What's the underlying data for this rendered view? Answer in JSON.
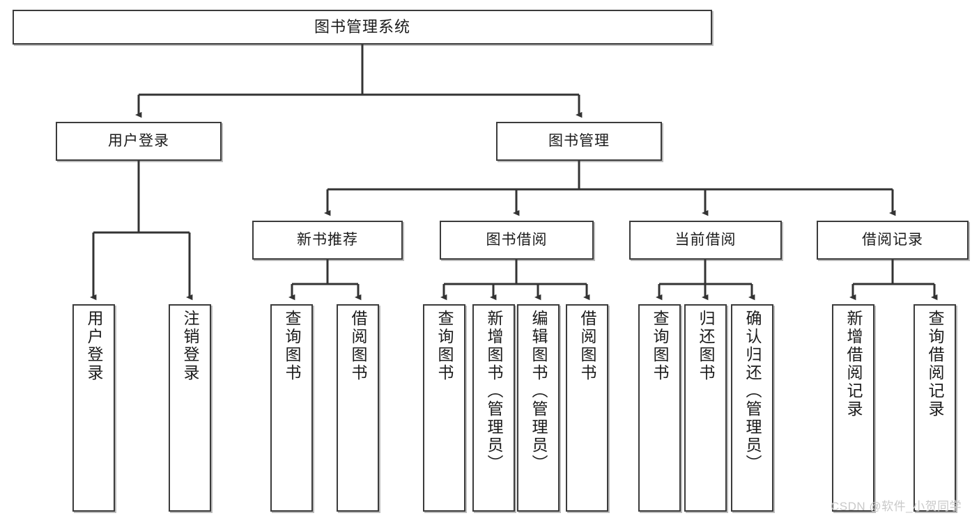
{
  "diagram": {
    "title_node": {
      "label": "图书管理系统"
    },
    "level2": [
      {
        "id": "user-login",
        "label": "用户登录"
      },
      {
        "id": "book-management",
        "label": "图书管理"
      }
    ],
    "level3": [
      {
        "id": "new-book-recommend",
        "label": "新书推荐"
      },
      {
        "id": "book-borrow",
        "label": "图书借阅"
      },
      {
        "id": "current-borrow",
        "label": "当前借阅"
      },
      {
        "id": "borrow-record",
        "label": "借阅记录"
      }
    ],
    "leaves": [
      {
        "id": "leaf-user-login",
        "label": "用户登录"
      },
      {
        "id": "leaf-logout-login",
        "label": "注销登录"
      },
      {
        "id": "leaf-query-book-1",
        "label": "查询图书"
      },
      {
        "id": "leaf-borrow-book-1",
        "label": "借阅图书"
      },
      {
        "id": "leaf-query-book-2",
        "label": "查询图书"
      },
      {
        "id": "leaf-add-book",
        "label": "新增图书（管理员）"
      },
      {
        "id": "leaf-edit-book",
        "label": "编辑图书（管理员）"
      },
      {
        "id": "leaf-borrow-book-2",
        "label": "借阅图书"
      },
      {
        "id": "leaf-query-book-3",
        "label": "查询图书"
      },
      {
        "id": "leaf-return-book",
        "label": "归还图书"
      },
      {
        "id": "leaf-confirm-return",
        "label": "确认归还（管理员）"
      },
      {
        "id": "leaf-add-borrow-record",
        "label": "新增借阅记录"
      },
      {
        "id": "leaf-query-borrow-record",
        "label": "查询借阅记录"
      }
    ]
  },
  "watermark": {
    "text": "CSDN @软件_小贺同学"
  },
  "colors": {
    "border": "#3b3b3b",
    "background": "#ffffff",
    "text": "#1b1b1b",
    "watermark": "#c9c9c9"
  }
}
